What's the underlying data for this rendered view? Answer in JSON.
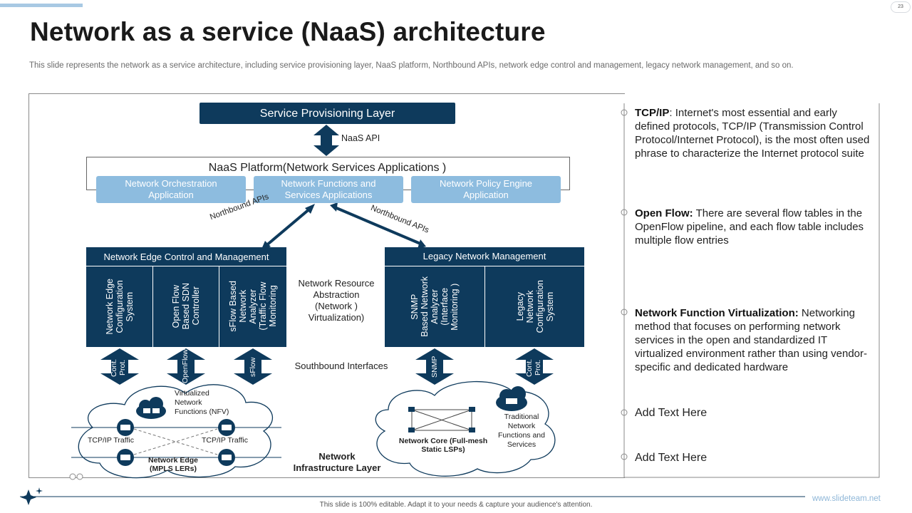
{
  "slide": {
    "page_number": "23",
    "title": "Network as a service (NaaS) architecture",
    "subtitle": "This slide represents the network as a service architecture, including service provisioning layer, NaaS platform, Northbound APIs, network edge control and management, legacy network management, and so on.",
    "footer_note": "This slide is 100% editable.  Adapt it to your needs & capture your audience's attention.",
    "footer_url": "www.slideteam.net"
  },
  "diagram": {
    "service_layer": "Service Provisioning Layer",
    "naas_api": "NaaS API",
    "platform_title": "NaaS  Platform(Network  Services Applications )",
    "platform_apps": [
      "Network Orchestration\nApplication",
      "Network Functions and\nServices Applications",
      "Network Policy Engine\nApplication"
    ],
    "northbound_left": "Northbound APIs",
    "northbound_right": "Northbound APIs",
    "edge_title": "Network Edge Control and Management",
    "edge_columns": [
      "Network Edge\nConfiguration\nSystem",
      "Open Flow\nBased SDN\nController",
      "sFlow Based\nNetwork\nAnalyzer\n(Traffic Flow\nMonitoring"
    ],
    "legacy_title": "Legacy Network Management",
    "legacy_columns": [
      "SNMP\nBased Network\nAnalyzer\n(Interface\nMonitoring )",
      "Legacy\nNetwork\nConfiguration\nSystem"
    ],
    "abstraction_label": "Network Resource\nAbstraction\n(Network )\nVirtualization)",
    "southbound_label": "Southbound Interfaces",
    "southbound_arrows": [
      "Cont.\nProt.",
      "OpenFlow",
      "sFlow",
      "SNMP",
      "Cont.\nProt."
    ],
    "nfv_label": "Virtualized\nNetwork\nFunctions (NFV)",
    "tcp_left": "TCP/IP  Traffic",
    "tcp_right": "TCP/IP  Traffic",
    "edge_cloud_label": "Network Edge\n(MPLS LERs)",
    "core_label": "Network Core (Full-mesh\nStatic LSPs)",
    "traditional_label": "Traditional\nNetwork\nFunctions and\nServices",
    "infra_label": "Network\nInfrastructure Layer"
  },
  "bullets": [
    {
      "term": "TCP/IP",
      "sep": ": ",
      "text": "Internet's  most essential and early defined protocols, TCP/IP (Transmission Control Protocol/Internet  Protocol), is the most often used phrase to characterize the Internet protocol suite"
    },
    {
      "term": "Open Flow:",
      "sep": " ",
      "text": "There are several flow tables in the OpenFlow pipeline, and each flow table includes multiple flow entries"
    },
    {
      "term": "Network Function Virtualization:",
      "sep": " ",
      "text": "Networking method that focuses on performing network services in the open and standardized IT virtualized environment rather than using vendor-specific and dedicated hardware"
    },
    {
      "term": "",
      "sep": "",
      "text": "Add Text Here"
    },
    {
      "term": "",
      "sep": "",
      "text": "Add Text Here"
    }
  ],
  "colors": {
    "dark": "#0e3a5c",
    "light": "#8dbcdf",
    "accent": "#a8c9e3"
  }
}
